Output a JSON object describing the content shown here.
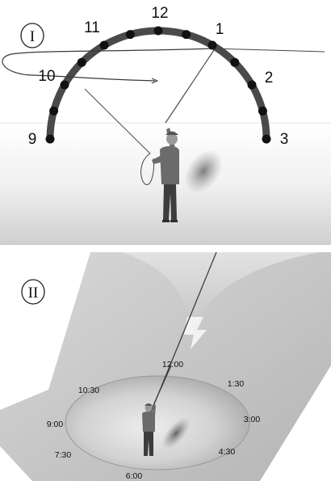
{
  "panel_one": {
    "badge": "I",
    "hour_labels": [
      "9",
      "10",
      "11",
      "12",
      "1",
      "2",
      "3"
    ]
  },
  "panel_two": {
    "badge": "II",
    "time_labels": [
      "12:00",
      "1:30",
      "3:00",
      "4:30",
      "6:00",
      "7:30",
      "9:00",
      "10:30"
    ]
  },
  "colors": {
    "arc": "#4a4a4a",
    "dot": "#111111",
    "line": "#3a3a3a",
    "vest": "#6b6b6b",
    "trousers": "#3d3d3d"
  }
}
